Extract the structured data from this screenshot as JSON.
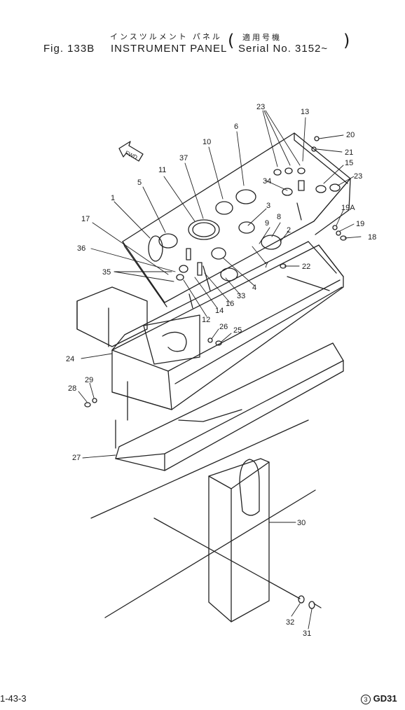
{
  "header": {
    "title_jp": "インスツルメント パネル",
    "serial_jp": "適用号機",
    "figure": "Fig. 133B",
    "title": "INSTRUMENT PANEL",
    "serial_label": "Serial No. 3152~"
  },
  "callouts": [
    "23",
    "13",
    "20",
    "21",
    "6",
    "10",
    "37",
    "15",
    "23",
    "34",
    "11",
    "5",
    "3",
    "19A",
    "8",
    "19",
    "18",
    "1",
    "9",
    "2",
    "17",
    "36",
    "7",
    "22",
    "4",
    "35",
    "33",
    "16",
    "14",
    "12",
    "26",
    "25",
    "24",
    "29",
    "28",
    "27",
    "30",
    "32",
    "31"
  ],
  "footer": {
    "page_ref": "1-43-3",
    "circle_num": "3",
    "code": "GD31"
  }
}
